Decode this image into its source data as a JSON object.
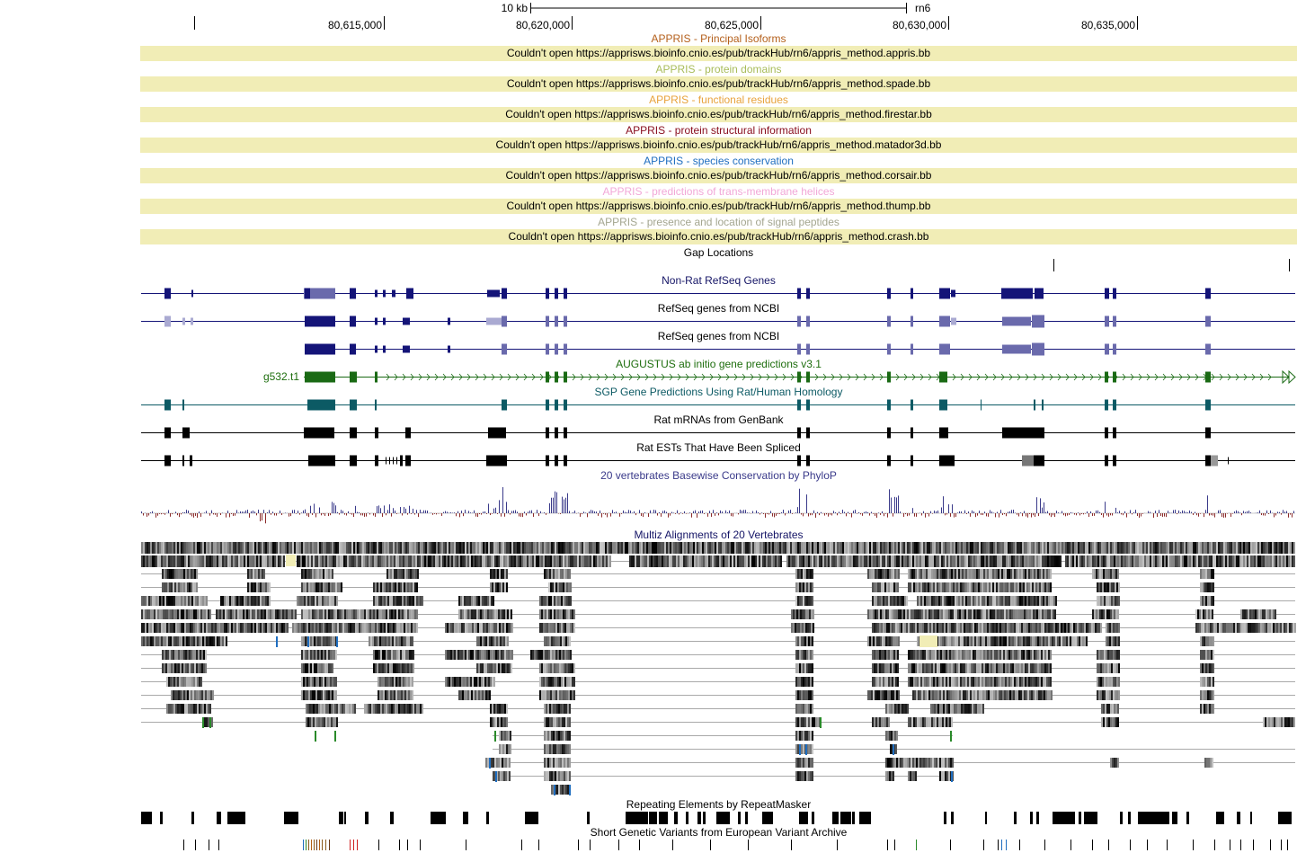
{
  "ruler": {
    "scale_label": "10 kb",
    "assembly": "rn6",
    "ticks": [
      "80,615,000",
      "80,620,000",
      "80,625,000",
      "80,630,000",
      "80,635,000"
    ]
  },
  "appris": [
    {
      "title": "APPRIS - Principal Isoforms",
      "color": "#b4601c",
      "error": "Couldn't open https://apprisws.bioinfo.cnio.es/pub/trackHub/rn6/appris_method.appris.bb"
    },
    {
      "title": "APPRIS - protein domains",
      "color": "#a8bc5a",
      "error": "Couldn't open https://apprisws.bioinfo.cnio.es/pub/trackHub/rn6/appris_method.spade.bb"
    },
    {
      "title": "APPRIS - functional residues",
      "color": "#e8a23c",
      "error": "Couldn't open https://apprisws.bioinfo.cnio.es/pub/trackHub/rn6/appris_method.firestar.bb"
    },
    {
      "title": "APPRIS - protein structural information",
      "color": "#8a1020",
      "error": "Couldn't open https://apprisws.bioinfo.cnio.es/pub/trackHub/rn6/appris_method.matador3d.bb"
    },
    {
      "title": "APPRIS - species conservation",
      "color": "#1f6ec0",
      "error": "Couldn't open https://apprisws.bioinfo.cnio.es/pub/trackHub/rn6/appris_method.corsair.bb"
    },
    {
      "title": "APPRIS - predictions of trans-membrane helices",
      "color": "#f2a8d8",
      "error": "Couldn't open https://apprisws.bioinfo.cnio.es/pub/trackHub/rn6/appris_method.thump.bb"
    },
    {
      "title": "APPRIS - presence and location of signal peptides",
      "color": "#a4a690",
      "error": "Couldn't open https://apprisws.bioinfo.cnio.es/pub/trackHub/rn6/appris_method.crash.bb"
    }
  ],
  "tracks": {
    "gap": {
      "title": "Gap Locations",
      "color": "#000000"
    },
    "nonrat_refseq": {
      "title": "Non-Rat RefSeq Genes",
      "color": "#141466"
    },
    "refseq1": {
      "title": "RefSeq genes from NCBI",
      "color": "#000000"
    },
    "refseq2": {
      "title": "RefSeq genes from NCBI",
      "color": "#000000"
    },
    "augustus": {
      "title": "AUGUSTUS ab initio gene predictions v3.1",
      "color": "#1e6e0e",
      "gene": "g532.t1"
    },
    "sgp": {
      "title": "SGP Gene Predictions Using Rat/Human Homology",
      "color": "#0c5a64"
    },
    "mrna": {
      "title": "Rat mRNAs from GenBank",
      "color": "#000000"
    },
    "est": {
      "title": "Rat ESTs That Have Been Spliced",
      "color": "#000000"
    },
    "phylop": {
      "title": "20 vertebrates Basewise Conservation by PhyloP",
      "color": "#3a3a8a"
    },
    "multiz": {
      "title": "Multiz Alignments of 20 Vertebrates",
      "color": "#141466"
    },
    "repeatmasker": {
      "title": "Repeating Elements by RepeatMasker",
      "color": "#000000"
    },
    "eva": {
      "title": "Short Genetic Variants from European Variant Archive",
      "color": "#000000"
    }
  },
  "colors": {
    "error_bg": "#f1edb6",
    "refseq_dark": "#141478",
    "refseq_mid": "#6a6aac",
    "refseq_light": "#aaaad2",
    "augustus": "#1a6a14",
    "sgp": "#0c5a64",
    "phylop_pos": "#3a3a8a",
    "phylop_neg": "#8a2a2a"
  }
}
